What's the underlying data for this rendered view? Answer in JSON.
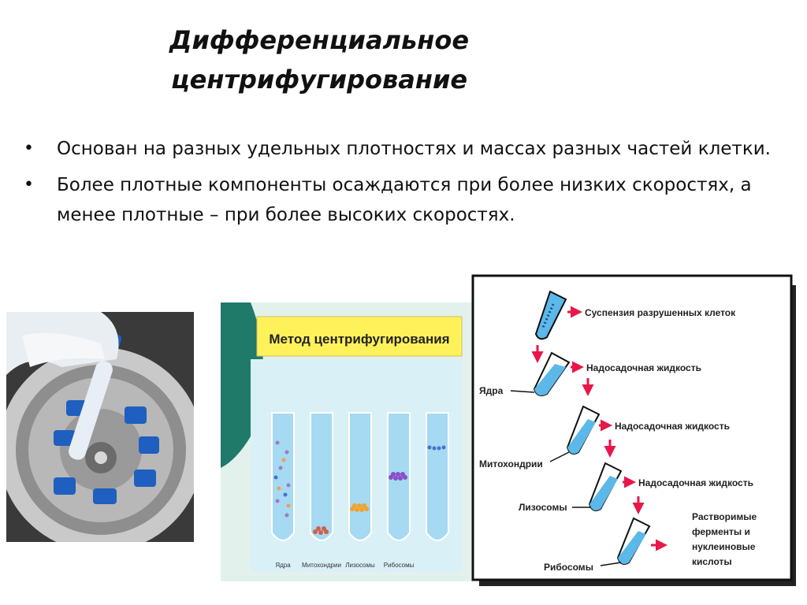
{
  "slide": {
    "title_line1": "Дифференциальное",
    "title_line2": "центрифугирование",
    "bullets": [
      "Основан на разных удельных плотностях и массах разных частей клетки.",
      "Более плотные компоненты осаждаются при более низких скоростях, а менее плотные – при более высоких скоростях."
    ]
  },
  "method_panel": {
    "heading": "Метод центрифугирования",
    "tube_labels": [
      "Ядра",
      "Митохондрии",
      "Лизосомы",
      "Рибосомы"
    ]
  },
  "scheme": {
    "labels": {
      "suspension": "Суспензия разрушенных клеток",
      "supernatant1": "Надосадочная жидкость",
      "nuclei": "Ядра",
      "supernatant2": "Надосадочная жидкость",
      "mitochondria": "Митохондрии",
      "supernatant3": "Надосадочная жидкость",
      "lysosomes": "Лизосомы",
      "soluble_1": "Растворимые",
      "soluble_2": "ферменты и",
      "soluble_3": "нуклеиновые",
      "soluble_4": "кислоты",
      "ribosomes": "Рибосомы"
    }
  },
  "colors": {
    "accent_blue": "#2f9be0",
    "arrow_red": "#e8174a",
    "panel_green": "#1f7a6a"
  }
}
